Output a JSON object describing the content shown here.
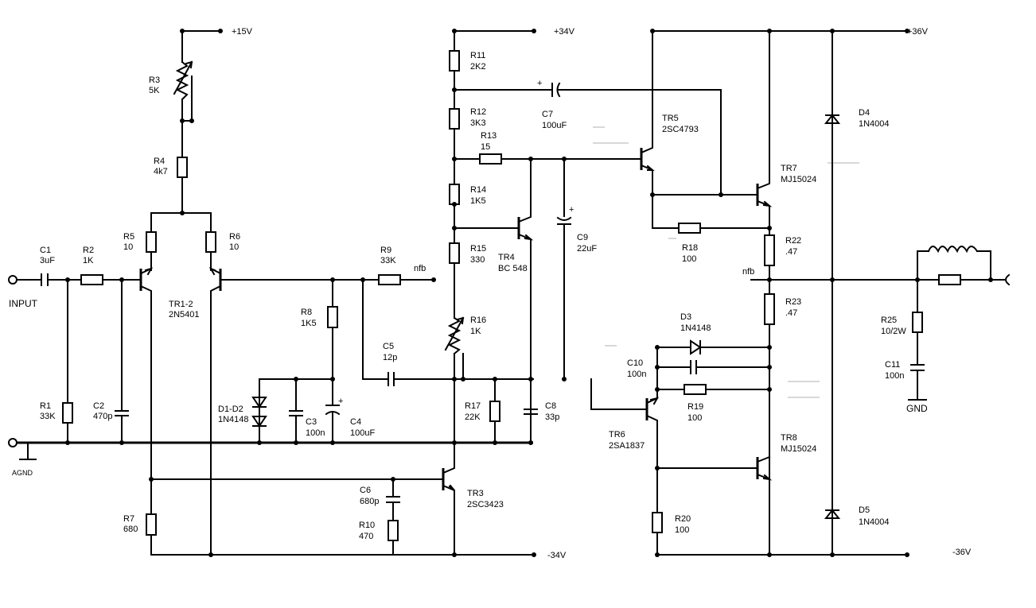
{
  "rails": {
    "p15": "+15V",
    "p34": "+34V",
    "p36": "+36V",
    "m34": "-34V",
    "m36": "-36V"
  },
  "io": {
    "input": "INPUT",
    "agnd": "AGND",
    "gnd": "GND",
    "nfb_left": "nfb",
    "nfb_right": "nfb"
  },
  "components": {
    "c1": {
      "ref": "C1",
      "value": "3uF"
    },
    "r2": {
      "ref": "R2",
      "value": "1K"
    },
    "r1": {
      "ref": "R1",
      "value": "33K"
    },
    "c2": {
      "ref": "C2",
      "value": "470p"
    },
    "r3": {
      "ref": "R3",
      "value": "5K"
    },
    "r4": {
      "ref": "R4",
      "value": "4k7"
    },
    "r5": {
      "ref": "R5",
      "value": "10"
    },
    "r6": {
      "ref": "R6",
      "value": "10"
    },
    "tr12": {
      "ref": "TR1-2",
      "value": "2N5401"
    },
    "r7": {
      "ref": "R7",
      "value": "680"
    },
    "r8": {
      "ref": "R8",
      "value": "1K5"
    },
    "r9": {
      "ref": "R9",
      "value": "33K"
    },
    "d12": {
      "ref": "D1-D2",
      "value": "1N4148"
    },
    "c3": {
      "ref": "C3",
      "value": "100n"
    },
    "c4": {
      "ref": "C4",
      "value": "100uF"
    },
    "c5": {
      "ref": "C5",
      "value": "12p"
    },
    "c6": {
      "ref": "C6",
      "value": "680p"
    },
    "r10": {
      "ref": "R10",
      "value": "470"
    },
    "tr3": {
      "ref": "TR3",
      "value": "2SC3423"
    },
    "r11": {
      "ref": "R11",
      "value": "2K2"
    },
    "r12": {
      "ref": "R12",
      "value": "3K3"
    },
    "r13": {
      "ref": "R13",
      "value": "15"
    },
    "r14": {
      "ref": "R14",
      "value": "1K5"
    },
    "r15": {
      "ref": "R15",
      "value": "330"
    },
    "r16": {
      "ref": "R16",
      "value": "1K"
    },
    "r17": {
      "ref": "R17",
      "value": "22K"
    },
    "c7": {
      "ref": "C7",
      "value": "100uF"
    },
    "tr4": {
      "ref": "TR4",
      "value": "BC 548"
    },
    "c9": {
      "ref": "C9",
      "value": "22uF"
    },
    "c8": {
      "ref": "C8",
      "value": "33p"
    },
    "tr5": {
      "ref": "TR5",
      "value": "2SC4793"
    },
    "tr6": {
      "ref": "TR6",
      "value": "2SA1837"
    },
    "tr7": {
      "ref": "TR7",
      "value": "MJ15024"
    },
    "tr8": {
      "ref": "TR8",
      "value": "MJ15024"
    },
    "r18": {
      "ref": "R18",
      "value": "100"
    },
    "r19": {
      "ref": "R19",
      "value": "100"
    },
    "r20": {
      "ref": "R20",
      "value": "100"
    },
    "r22": {
      "ref": "R22",
      "value": ".47"
    },
    "r23": {
      "ref": "R23",
      "value": ".47"
    },
    "d3": {
      "ref": "D3",
      "value": "1N4148"
    },
    "c10": {
      "ref": "C10",
      "value": "100n"
    },
    "d4": {
      "ref": "D4",
      "value": "1N4004"
    },
    "d5": {
      "ref": "D5",
      "value": "1N4004"
    },
    "r25": {
      "ref": "R25",
      "value": "10/2W"
    },
    "c11": {
      "ref": "C11",
      "value": "100n"
    }
  }
}
